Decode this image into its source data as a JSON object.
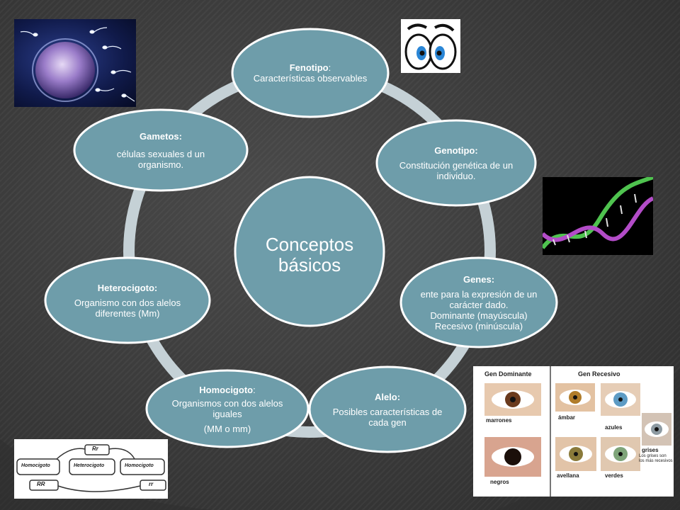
{
  "center": {
    "line1": "Conceptos",
    "line2": "básicos"
  },
  "nodes": {
    "fenotipo": {
      "title": "Fenotipo",
      "title_suffix": ":",
      "desc": "Características observables"
    },
    "genotipo": {
      "title": "Genotipo:",
      "desc": "Constitución genética de un individuo."
    },
    "genes": {
      "title": "Genes:",
      "desc1": "ente para la expresión de un carácter dado.",
      "desc2": "Dominante (mayúscula)",
      "desc3": "Recesivo (minúscula)"
    },
    "alelo": {
      "title": "Alelo:",
      "desc": "Posibles características de cada gen"
    },
    "homocigoto": {
      "title": "Homocigoto",
      "title_suffix": ":",
      "desc1": "Organismos con dos alelos iguales",
      "desc2": "(MM o mm)"
    },
    "heterocigoto": {
      "title": "Heterocigoto:",
      "desc": "Organismo con dos alelos diferentes (Mm)"
    },
    "gametos": {
      "title": "Gametos:",
      "desc": "células sexuales d un organismo."
    }
  },
  "eye_chart": {
    "left_header": "Gen Dominante",
    "right_header": "Gen Recesivo",
    "labels": {
      "marrones": "marrones",
      "ambar": "ámbar",
      "azules": "azules",
      "negros": "negros",
      "avellana": "avellana",
      "verdes": "verdes",
      "grises": "grises"
    },
    "note": "Los grises son los más recesivos"
  },
  "genotype_cycle": {
    "homocigoto_1": "Homocigoto",
    "heterocigoto": "Heterocigoto",
    "homocigoto_2": "Homocigoto",
    "rr_upper": "Rr",
    "rr_lower": "RR",
    "rr_small": "rr"
  },
  "colors": {
    "background": "#3d3d3d",
    "ellipse_fill": "#6e9daa",
    "ellipse_border": "#ffffff",
    "ring": "#c5d1d6"
  }
}
